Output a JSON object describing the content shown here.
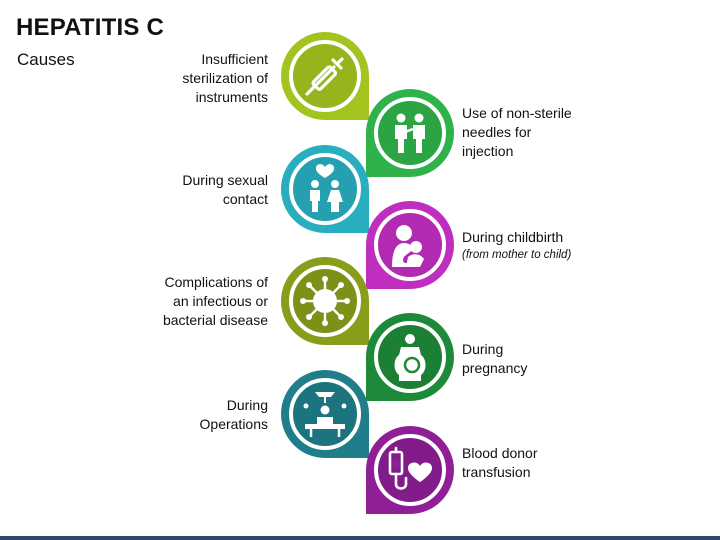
{
  "header": {
    "title": "HEPATITIS C",
    "subtitle": "Causes"
  },
  "items": [
    {
      "label": "Insufficient sterilization of instruments",
      "lines": [
        "Insufficient",
        "sterilization of",
        "instruments"
      ],
      "note": "",
      "color": "#a3c41f",
      "side": "left",
      "icon": "syringe-icon"
    },
    {
      "label": "Use of non-sterile needles for injection",
      "lines": [
        "Use of non-sterile",
        "needles for",
        "injection"
      ],
      "note": "",
      "color": "#2fb24a",
      "side": "right",
      "icon": "injection-people-icon"
    },
    {
      "label": "During sexual contact",
      "lines": [
        "During sexual",
        "contact"
      ],
      "note": "",
      "color": "#29aebf",
      "side": "left",
      "icon": "couple-heart-icon"
    },
    {
      "label": "During childbirth",
      "lines": [
        "During childbirth"
      ],
      "note": "(from mother to child)",
      "color": "#c02ec0",
      "side": "right",
      "icon": "mother-child-icon"
    },
    {
      "label": "Complications of an infectious or bacterial disease",
      "lines": [
        "Complications of",
        "an infectious or",
        "bacterial disease"
      ],
      "note": "",
      "color": "#8a9d1b",
      "side": "left",
      "icon": "virus-icon"
    },
    {
      "label": "During pregnancy",
      "lines": [
        "During",
        "pregnancy"
      ],
      "note": "",
      "color": "#1e8a39",
      "side": "right",
      "icon": "pregnancy-icon"
    },
    {
      "label": "During Operations",
      "lines": [
        "During",
        "Operations"
      ],
      "note": "",
      "color": "#1f7e8a",
      "side": "left",
      "icon": "operation-icon"
    },
    {
      "label": "Blood donor transfusion",
      "lines": [
        "Blood donor",
        "transfusion"
      ],
      "note": "",
      "color": "#8e1f97",
      "side": "right",
      "icon": "blood-transfusion-icon"
    }
  ]
}
